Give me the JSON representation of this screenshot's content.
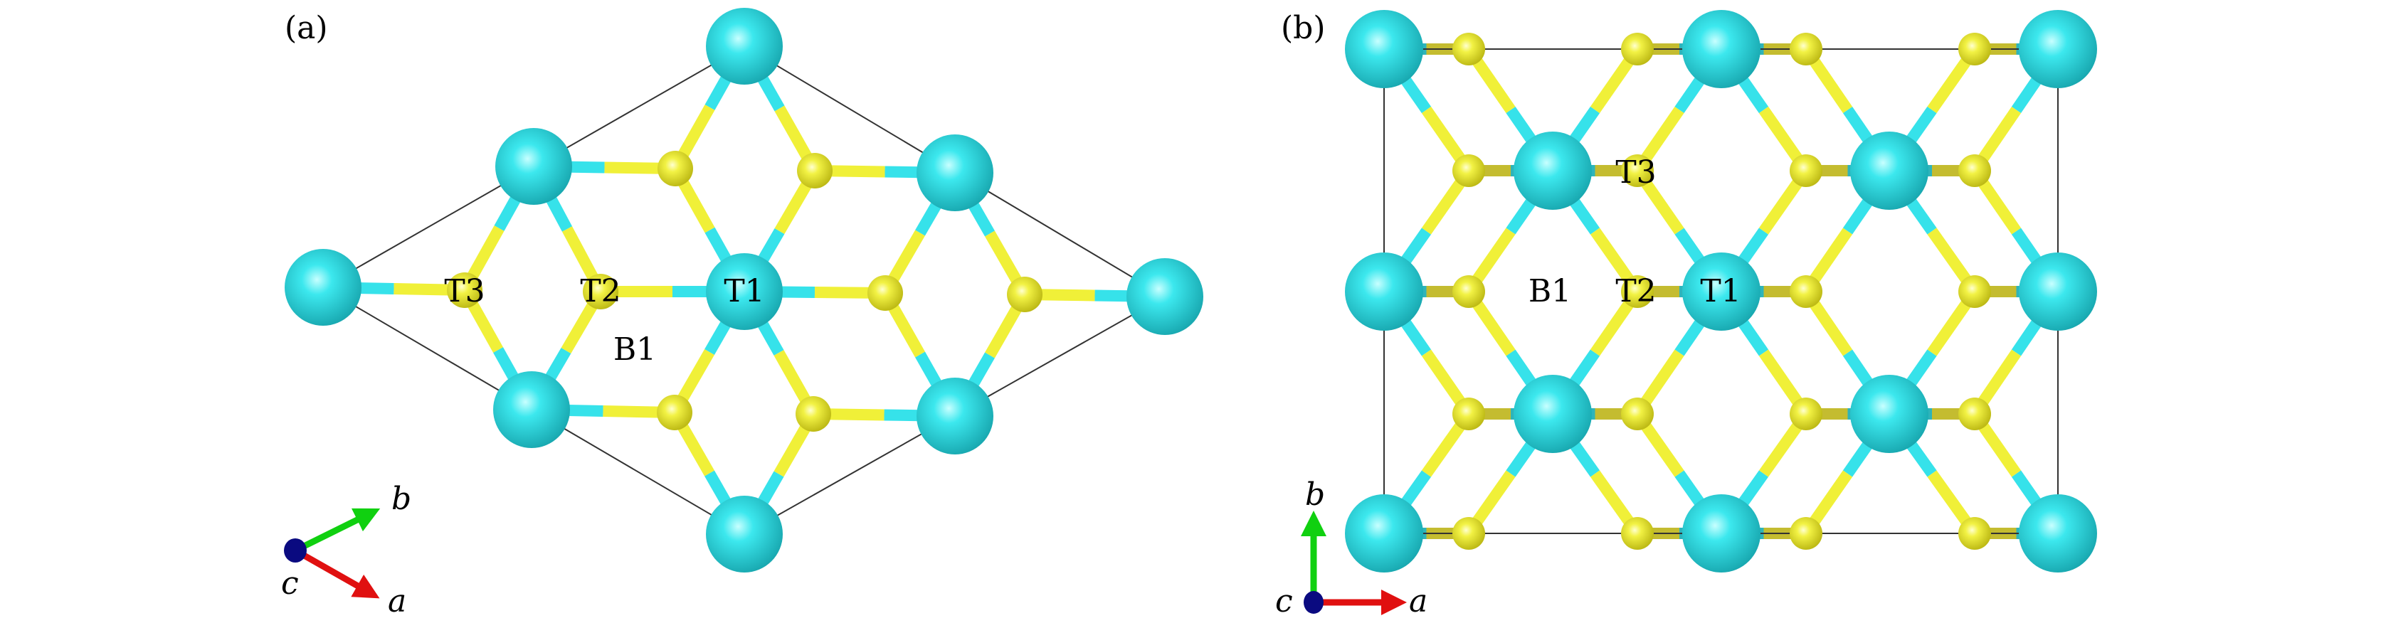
{
  "panels": [
    {
      "id": "a",
      "panel_label": "(a)",
      "site_labels": {
        "T1": "T1",
        "T2": "T2",
        "T3": "T3",
        "B1": "B1"
      },
      "axes": {
        "a": "a",
        "b": "b",
        "c": "c"
      }
    },
    {
      "id": "b",
      "panel_label": "(b)",
      "site_labels": {
        "T1": "T1",
        "T2": "T2",
        "T3": "T3",
        "B1": "B1"
      },
      "axes": {
        "a": "a",
        "b": "b",
        "c": "c"
      }
    }
  ],
  "colors": {
    "metal_atom": "#2ad4dc",
    "nonmetal_atom": "#eaea3a",
    "axis_a": "#e01010",
    "axis_b": "#10d010",
    "axis_c": "#0a0a80",
    "cell": "#333333"
  }
}
